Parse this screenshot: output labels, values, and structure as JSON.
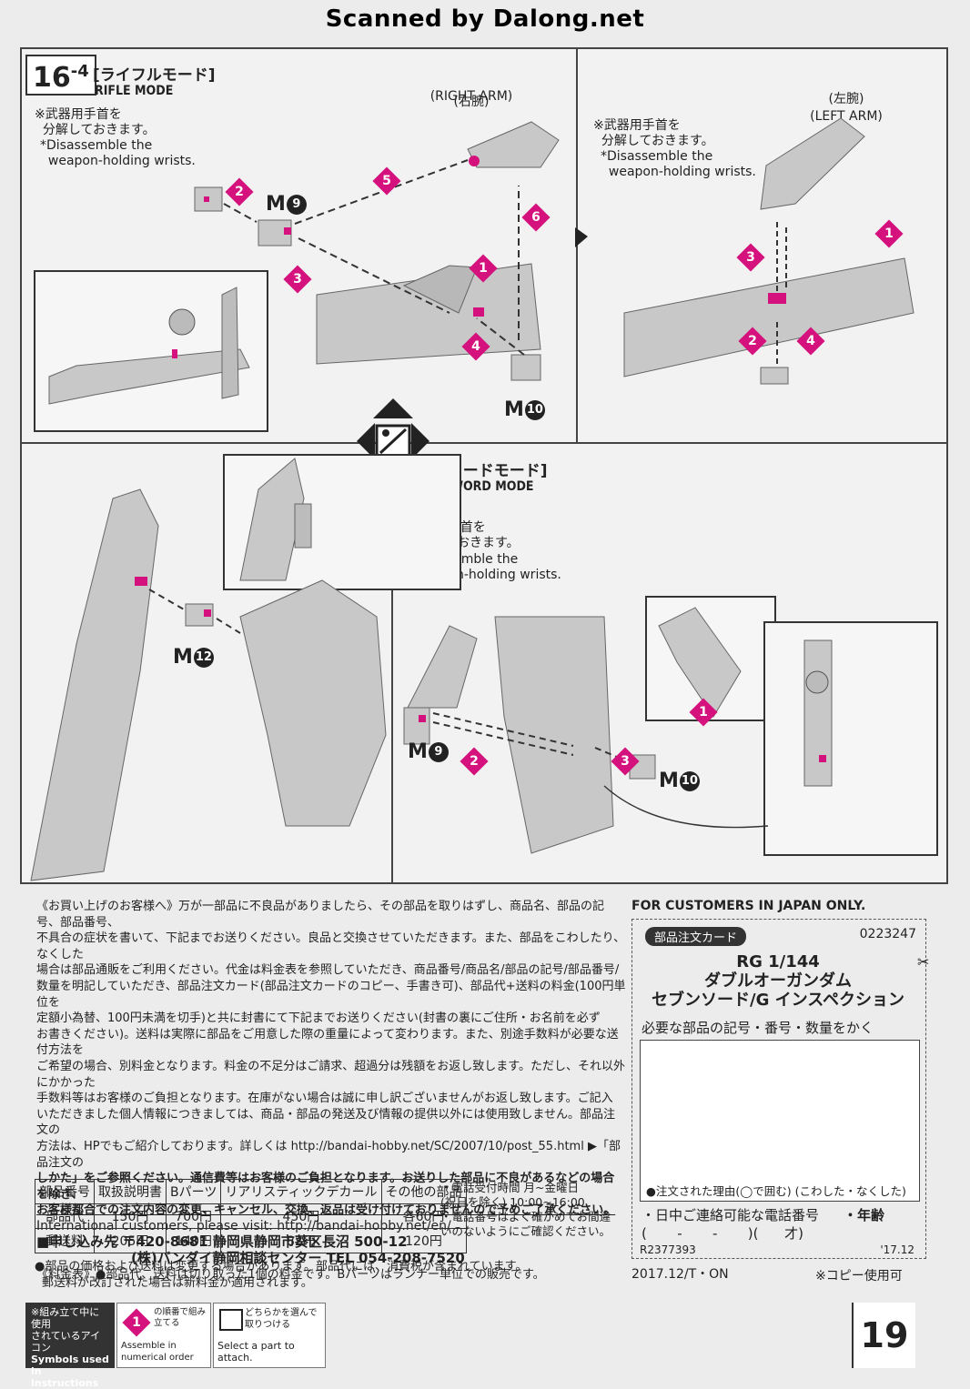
{
  "watermark": "Scanned by Dalong.net",
  "step": {
    "number": "16",
    "sub": "4"
  },
  "rifle": {
    "title_jp": "[ライフルモード]",
    "title_en": "RIFLE MODE",
    "note_jp": "※武器用手首を\n  分解しておきます。",
    "note_en": "*Disassemble the\n  weapon-holding wrists.",
    "right_arm_jp": "(右腕)",
    "right_arm_en": "(RIGHT ARM)",
    "left_arm_jp": "(左腕)",
    "left_arm_en": "(LEFT ARM)",
    "note2_jp": "※武器用手首を\n  分解しておきます。",
    "note2_en": "*Disassemble the\n  weapon-holding wrists."
  },
  "sword": {
    "title_jp": "[ソードモード]",
    "title_en": "SWORD MODE",
    "note_jp": "※武器用手首を\n  分解しておきます。",
    "note_en": "*Disassemble the\n  weapon-holding wrists."
  },
  "parts": {
    "m9": "M",
    "m9n": "9",
    "m10": "M",
    "m10n": "10",
    "m12": "M",
    "m12n": "12"
  },
  "badges": [
    "1",
    "2",
    "3",
    "4",
    "5",
    "6"
  ],
  "customer_text": {
    "p1": "《お買い上げのお客様へ》万が一部品に不良品がありましたら、その部品を取りはずし、商品名、部品の記号、部品番号、",
    "p2": "不具合の症状を書いて、下記までお送りください。良品と交換させていただきます。また、部品をこわしたり、なくした",
    "p3": "場合は部品通販をご利用ください。代金は料金表を参照していただき、商品番号/商品名/部品の記号/部品番号/",
    "p4": "数量を明記していただき、部品注文カード(部品注文カードのコピー、手書き可)、部品代+送料の料金(100円単位を",
    "p5": "定額小為替、100円未満を切手)と共に封書にて下記までお送りください(封書の裏にご住所・お名前を必ず",
    "p6": "お書きください)。送料は実際に部品をご用意した際の重量によって変わります。また、別途手数料が必要な送付方法を",
    "p7": "ご希望の場合、別料金となります。料金の不足分はご請求、超過分は残額をお返し致します。ただし、それ以外にかかった",
    "p8": "手数料等はお客様のご負担となります。在庫がない場合は誠に申し訳ございませんがお返し致します。ご記入",
    "p9": "いただきました個人情報につきましては、商品・部品の発送及び情報の提供以外には使用致しません。部品注文の",
    "p10": "方法は、HPでもご紹介しております。詳しくは  http://bandai-hobby.net/SC/2007/10/post_55.html ▶「部品注文の",
    "p11": "しかた」をご参照ください。通信費等はお客様のご負担となります。お送りした部品に不良があるなどの場合を除き、",
    "p12": "お客様都合での注文内容の変更、キャンセル、交換、返品は受け付けておりませんので予めご了承ください。",
    "international": "International customers, please visit: http://bandai-hobby.net/en/",
    "addr1": "■申し込み先   〒420-8681   静岡県静岡市葵区長沼 500-12",
    "addr2": "(株)バンダイ静岡相談センター   TEL 054-208-7520",
    "fee_title": "《料金表》●部品代、送料は切り取った1個の料金です。Bパーツはランナー単位での販売です。"
  },
  "price_table": {
    "headers": [
      "部品番号",
      "取扱説明書",
      "Bパーツ",
      "リアリスティックデカール",
      "その他の部品"
    ],
    "rows": [
      [
        "部品代",
        "150円",
        "700円",
        "450円",
        "各60円"
      ],
      [
        "郵送料",
        "205円",
        "140円",
        "82円",
        "120円"
      ]
    ]
  },
  "phone_note": {
    "l1": "・電話受付時間 月~金曜日",
    "l2": "(祝日を除く) 10:00~16:00",
    "l3": "・電話番号はよく確かめてお間違",
    "l4": "いのないようにご確認ください。"
  },
  "price_note1": "●部品の価格および送料は変更する場合があります。部品代には、消費税が含まれています。",
  "price_note2": "郵送料が改訂された場合は新料金が適用されます。",
  "card": {
    "header": "FOR CUSTOMERS IN JAPAN ONLY.",
    "tag": "部品注文カード",
    "code": "0223247",
    "name1": "RG 1/144",
    "name2": "ダブルオーガンダム",
    "name3": "セブンソード/G インスペクション",
    "field_label": "必要な部品の記号・番号・数量をかく",
    "reason": "●注文された理由(◯で囲む) (こわした・なくした)",
    "phone_label": "・日中ご連絡可能な電話番号",
    "age_label": "・年齢",
    "phone_format": "(       -       -       )(      才)",
    "r_code": "R2377393",
    "year": "'17.12",
    "footer_left": "2017.12/T・ON",
    "footer_right": "※コピー使用可"
  },
  "legend": {
    "jp1": "※組み立て中に使用",
    "jp2": "されているアイコン",
    "en1": "Symbols used",
    "en2": "in instructions",
    "num_jp": "の順番で組み立てる",
    "num_en": "Assemble in numerical order",
    "sel_jp": "どちらかを選んで取りつける",
    "sel_en": "Select a part to attach."
  },
  "page_number": "19"
}
